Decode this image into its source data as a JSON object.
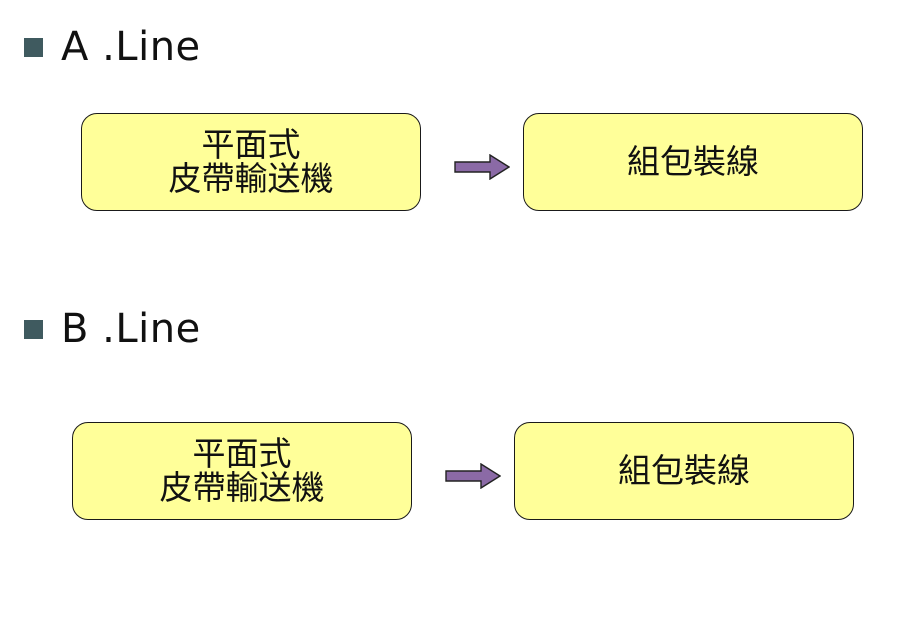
{
  "colors": {
    "box_fill": "#ffff99",
    "box_border": "#1a1a1a",
    "arrow_fill": "#8b6aa6",
    "bullet": "#3f5a5f"
  },
  "sections": [
    {
      "title": "A .Line",
      "source_box": {
        "line1": "平面式",
        "line2": "皮帶輸送機"
      },
      "target_box": {
        "label": "組包裝線"
      }
    },
    {
      "title": "B .Line",
      "source_box": {
        "line1": "平面式",
        "line2": "皮帶輸送機"
      },
      "target_box": {
        "label": "組包裝線"
      }
    }
  ]
}
